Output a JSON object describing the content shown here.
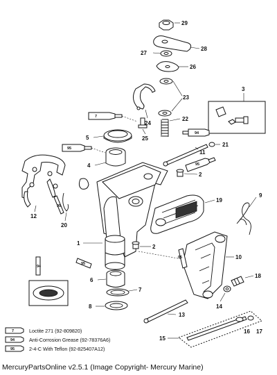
{
  "callouts": [
    {
      "id": "c1",
      "text": "1"
    },
    {
      "id": "c2a",
      "text": "2"
    },
    {
      "id": "c2b",
      "text": "2"
    },
    {
      "id": "c3",
      "text": "3"
    },
    {
      "id": "c4",
      "text": "4"
    },
    {
      "id": "c5",
      "text": "5"
    },
    {
      "id": "c6",
      "text": "6"
    },
    {
      "id": "c7a",
      "text": "7"
    },
    {
      "id": "c7b",
      "text": "7"
    },
    {
      "id": "c8",
      "text": "8"
    },
    {
      "id": "c9",
      "text": "9"
    },
    {
      "id": "c10",
      "text": "10"
    },
    {
      "id": "c11",
      "text": "11"
    },
    {
      "id": "c12",
      "text": "12"
    },
    {
      "id": "c13",
      "text": "13"
    },
    {
      "id": "c14",
      "text": "14"
    },
    {
      "id": "c15",
      "text": "15"
    },
    {
      "id": "c16",
      "text": "16"
    },
    {
      "id": "c17",
      "text": "17"
    },
    {
      "id": "c18",
      "text": "18"
    },
    {
      "id": "c19",
      "text": "19"
    },
    {
      "id": "c20",
      "text": "20"
    },
    {
      "id": "c21",
      "text": "21"
    },
    {
      "id": "c22",
      "text": "22"
    },
    {
      "id": "c23",
      "text": "23"
    },
    {
      "id": "c24",
      "text": "24"
    },
    {
      "id": "c25",
      "text": "25"
    },
    {
      "id": "c26",
      "text": "26"
    },
    {
      "id": "c27",
      "text": "27"
    },
    {
      "id": "c28",
      "text": "28"
    },
    {
      "id": "c29",
      "text": "29"
    }
  ],
  "tube_labels": {
    "t7": "7",
    "t94": "94",
    "t95": "95"
  },
  "legend": [
    {
      "code": "7",
      "text": "Loctite 271 (92-809820)"
    },
    {
      "code": "94",
      "text": "Anti-Corrosion Grease (92-78376A6)"
    },
    {
      "code": "95",
      "text": "2-4-C With Teflon (92-825407A12)"
    }
  ],
  "footer": {
    "copyright": "MercuryPartsOnline v2.5.1 (Image Copyright- Mercury Marine)"
  }
}
